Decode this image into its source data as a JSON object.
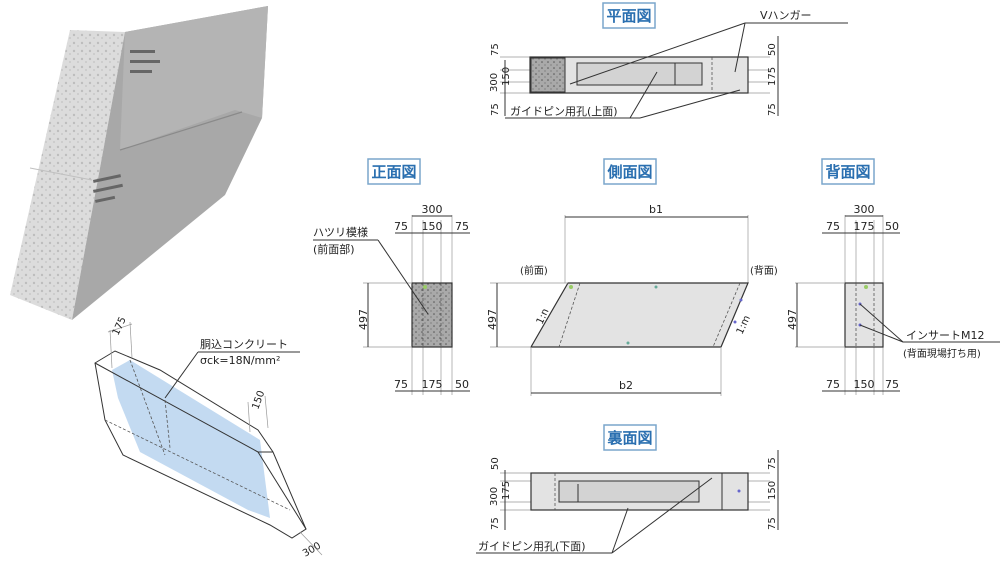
{
  "titles": {
    "plan": "平面図",
    "front": "正面図",
    "side": "側面図",
    "back": "背面図",
    "bottom": "裏面図"
  },
  "plan": {
    "v_hanger": "Vハンガー",
    "guide_pin": "ガイドピン用孔(上面)",
    "left_dims": [
      "300",
      "75",
      "150",
      "75"
    ],
    "right_dims": [
      "50",
      "175",
      "75"
    ]
  },
  "front": {
    "hatsuri": "ハツリ模様",
    "hatsuri_sub": "(前面部)",
    "top_total": "300",
    "top_dims": [
      "75",
      "150",
      "75"
    ],
    "height": "497",
    "bottom_dims": [
      "75",
      "175",
      "50"
    ]
  },
  "side": {
    "b1": "b1",
    "b2": "b2",
    "front_label": "(前面)",
    "back_label": "(背面)",
    "height": "497",
    "slope_left": "1:n",
    "slope_right": "1:m"
  },
  "back": {
    "top_total": "300",
    "top_dims": [
      "75",
      "175",
      "50"
    ],
    "height": "497",
    "bottom_dims": [
      "75",
      "150",
      "75"
    ],
    "insert": "インサートM12",
    "insert_sub": "(背面現場打ち用)"
  },
  "bottom": {
    "guide_pin": "ガイドピン用孔(下面)",
    "left_dims": [
      "300",
      "50",
      "175",
      "75"
    ],
    "right_dims": [
      "75",
      "150",
      "75"
    ]
  },
  "iso": {
    "fill_label": "胴込コンクリート",
    "strength": "σck=18N/mm²",
    "dim_top": "175",
    "dim_right": "150",
    "dim_width": "300"
  }
}
